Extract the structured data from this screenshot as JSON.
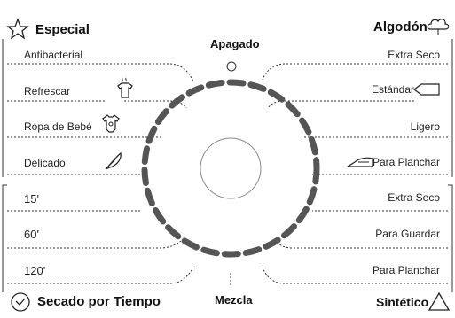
{
  "dial": {
    "top_label": "Apagado",
    "bottom_label": "Mezcla"
  },
  "especial": {
    "title": "Especial",
    "icon": "star-icon",
    "items": [
      {
        "label": "Antibacterial"
      },
      {
        "label": "Refrescar",
        "icon": "shirt-steam-icon"
      },
      {
        "label": "Ropa de Bebé",
        "icon": "baby-bodysuit-icon"
      },
      {
        "label": "Delicado",
        "icon": "feather-icon"
      }
    ]
  },
  "secado_por_tiempo": {
    "title": "Secado por Tiempo",
    "icon": "clock-icon",
    "items": [
      {
        "label": "15'"
      },
      {
        "label": "60'"
      },
      {
        "label": "120'"
      }
    ]
  },
  "algodon": {
    "title": "Algodón",
    "icon": "cotton-cloud-icon",
    "items": [
      {
        "label": "Extra Seco"
      },
      {
        "label": "Estándar",
        "icon": "hanger-tag-icon"
      },
      {
        "label": "Ligero"
      },
      {
        "label": "Para Planchar",
        "icon": "iron-icon"
      }
    ]
  },
  "sintetico": {
    "title": "Sintético",
    "icon": "triangle-icon",
    "items": [
      {
        "label": "Extra Seco"
      },
      {
        "label": "Para Guardar"
      },
      {
        "label": "Para Planchar"
      }
    ]
  }
}
